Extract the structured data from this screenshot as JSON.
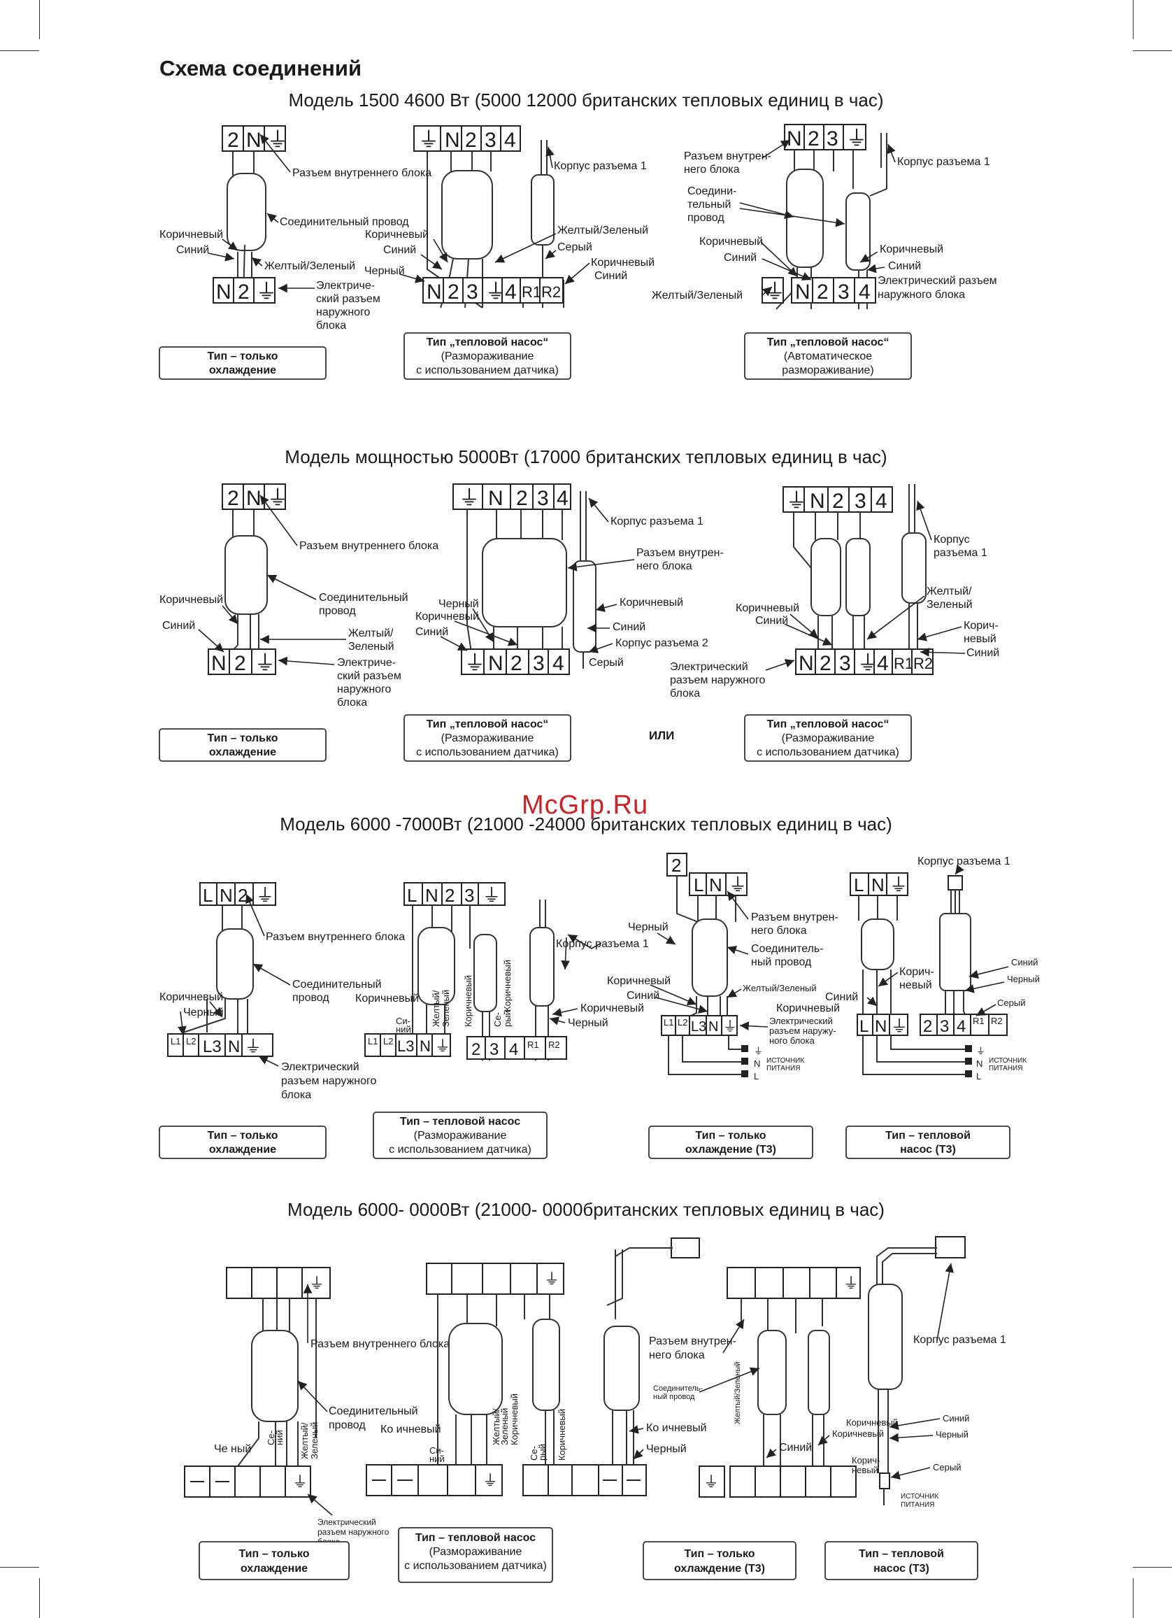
{
  "page": {
    "title": "Схема соединений",
    "watermark": "McGrp.Ru"
  },
  "sections": [
    {
      "title": "Модель 1500 4600 Вт (5000 12000 британских тепловых единиц в час)",
      "blocks": [
        {
          "top_terminals": [
            "2",
            "N",
            "⏚"
          ],
          "bottom_terminals": [
            "N",
            "2",
            "⏚"
          ],
          "labels": [
            "Разъем внутреннего блока",
            "Соединительный провод",
            "Коричневый",
            "Синий",
            "Желтый/Зеленый",
            "Электриче-",
            "ский разъем",
            "наружного",
            "блока"
          ],
          "caption": [
            "Тип – только",
            "охлаждение"
          ]
        },
        {
          "top_terminals": [
            "⏚",
            "N",
            "2",
            "3",
            "4"
          ],
          "bottom_terminals": [
            "N",
            "2",
            "3",
            "⏚",
            "4",
            "R1",
            "R2"
          ],
          "labels": [
            "Корпус разъема 1",
            "Желтый/Зеленый",
            "Серый",
            "Коричневый",
            "Синий",
            "Черный",
            "Коричневый",
            "Синий"
          ],
          "caption": [
            "Тип „тепловой насос“",
            "(Размораживание",
            "с использованием датчика)"
          ]
        },
        {
          "top_terminals": [
            "N",
            "2",
            "3",
            "⏚"
          ],
          "bottom_terminals": [
            "⏚",
            "N",
            "2",
            "3",
            "4"
          ],
          "labels": [
            "Корпус разъема 1",
            "Разъем внутрен-",
            "него блока",
            "Соедини-",
            "тельный",
            "провод",
            "Коричневый",
            "Синий",
            "Желтый/Зеленый",
            "Коричневый",
            "Синий",
            "Электрический разъем",
            "наружного блока"
          ],
          "caption": [
            "Тип „тепловой насос“",
            "(Автоматическое",
            "размораживание)"
          ]
        }
      ]
    },
    {
      "title": "Модель мощностью 5000Вт (17000 британских тепловых единиц в час)",
      "middle_label": "ИЛИ",
      "blocks": [
        {
          "top_terminals": [
            "2",
            "N",
            "⏚"
          ],
          "bottom_terminals": [
            "N",
            "2",
            "⏚"
          ],
          "labels": [
            "Разъем внутреннего блока",
            "Соединительный",
            "провод",
            "Коричневый",
            "Синий",
            "Желтый/",
            "Зеленый",
            "Электриче-",
            "ский разъем",
            "наружного",
            "блока"
          ],
          "caption": [
            "Тип – только",
            "охлаждение"
          ]
        },
        {
          "top_terminals": [
            "⏚",
            "N",
            "2",
            "3",
            "4"
          ],
          "bottom_terminals": [
            "⏚",
            "N",
            "2",
            "3",
            "4"
          ],
          "labels": [
            "Корпус разъема 1",
            "Разъем внутрен-",
            "него блока",
            "Черный",
            "Коричневый",
            "Синий",
            "Коричневый",
            "Синий",
            "Корпус разъема 2",
            "Серый"
          ],
          "caption": [
            "Тип „тепловой насос“",
            "(Размораживание",
            "с использованием датчика)"
          ]
        },
        {
          "top_terminals": [
            "⏚",
            "N",
            "2",
            "3",
            "4"
          ],
          "bottom_terminals": [
            "N",
            "2",
            "3",
            "⏚",
            "4",
            "R1",
            "R2"
          ],
          "labels": [
            "Корпус",
            "разъема 1",
            "Желтый/",
            "Зеленый",
            "Коричневый",
            "Синий",
            "Корич-",
            "невый",
            "Синий",
            "Электрический",
            "разъем наружного",
            "блока"
          ],
          "caption": [
            "Тип „тепловой насос“",
            "(Размораживание",
            "с использованием датчика)"
          ]
        }
      ]
    },
    {
      "title": "Модель 6000 -7000Вт (21000 -24000 британских тепловых единиц в час)",
      "blocks": [
        {
          "top_terminals": [
            "L",
            "N",
            "2",
            "⏚"
          ],
          "bottom_terminals": [
            "L1",
            "L2",
            "L3",
            "N",
            "⏚"
          ],
          "labels": [
            "Разъем внутреннего блока",
            "Соединительный",
            "провод",
            "Коричневый",
            "Черный",
            "Электрический",
            "разъем наружного",
            "блока"
          ],
          "caption": [
            "Тип – только",
            "охлаждение"
          ]
        },
        {
          "top_terminals": [
            "L",
            "N",
            "2",
            "3",
            "⏚"
          ],
          "bottom_terminals": [
            "L1",
            "L2",
            "L3",
            "N",
            "⏚",
            "2",
            "3",
            "4",
            "R1",
            "R2"
          ],
          "labels": [
            "Корпус разъема 1",
            "Коричневый",
            "Си-",
            "ний",
            "Желтый/",
            "Зеленый",
            "Коричневый",
            "Се-",
            "рый",
            "Коричневый",
            "Коричневый",
            "Черный"
          ],
          "caption": [
            "Тип – тепловой  насос",
            "(Размораживание",
            "с использованием датчика)"
          ]
        },
        {
          "top_terminals": [
            "2",
            "L",
            "N",
            "⏚"
          ],
          "bottom_terminals": [
            "L1",
            "L2",
            "L3",
            "N",
            "⏚"
          ],
          "labels": [
            "Черный",
            "Разъем внутрен-",
            "него блока",
            "Соединитель-",
            "ный провод",
            "Коричневый",
            "Синий",
            "Желтый/Зеленый",
            "Коричневый",
            "Электрический",
            "разъем наружу-",
            "ного блока",
            "ИСТОЧНИК",
            "ПИТАНИЯ"
          ],
          "caption": [
            "Тип – только",
            "охлаждение (Т3)"
          ]
        },
        {
          "top_terminals": [
            "L",
            "N",
            "⏚"
          ],
          "bottom_terminals": [
            "L",
            "N",
            "⏚",
            "2",
            "3",
            "4",
            "R1",
            "R2"
          ],
          "labels": [
            "Корпус разъема 1",
            "Синий",
            "Черный",
            "Серый",
            "Корич-",
            "невый",
            "Синий",
            "ИСТОЧНИК",
            "ПИТАНИЯ"
          ],
          "caption": [
            "Тип – тепловой",
            "насос (Т3)"
          ]
        }
      ]
    },
    {
      "title": "Модель 6000- 0000Вт (21000-    0000британских тепловых единиц в час)",
      "blocks": [
        {
          "labels": [
            "Разъем внутреннего блока",
            "Соединительный",
            "провод",
            "Че  ный",
            "Желтый/",
            "Зеленый",
            "Се-",
            "ний",
            "Электрический",
            "разъем наружного",
            "блока"
          ],
          "caption": [
            "Тип – только",
            "охлаждение"
          ]
        },
        {
          "labels": [
            "Ко  ичневый",
            "Си-",
            "ний",
            "Желтый/",
            "Зеленый",
            "Коричневый",
            "Се-",
            "рый",
            "Коричневый",
            "Ко  ичневый",
            "Черный"
          ],
          "caption": [
            "Тип – тепловой  насос",
            "(Размораживание",
            "с использованием датчика)"
          ]
        },
        {
          "labels": [
            "Разъем внутрен-",
            "него блока",
            "Соединитель-",
            "ный провод",
            "Желтый/Зеленый",
            "Синий",
            "Коричневый"
          ],
          "caption": [
            "Тип – только",
            "охлаждение (Т3)"
          ]
        },
        {
          "labels": [
            "Корпус разъема 1",
            "Коричневый",
            "Синий",
            "Черный",
            "Корич-",
            "невый",
            "Серый",
            "ИСТОЧНИК",
            "ПИТАНИЯ"
          ],
          "caption": [
            "Тип – тепловой",
            "насос (Т3)"
          ]
        }
      ]
    }
  ]
}
